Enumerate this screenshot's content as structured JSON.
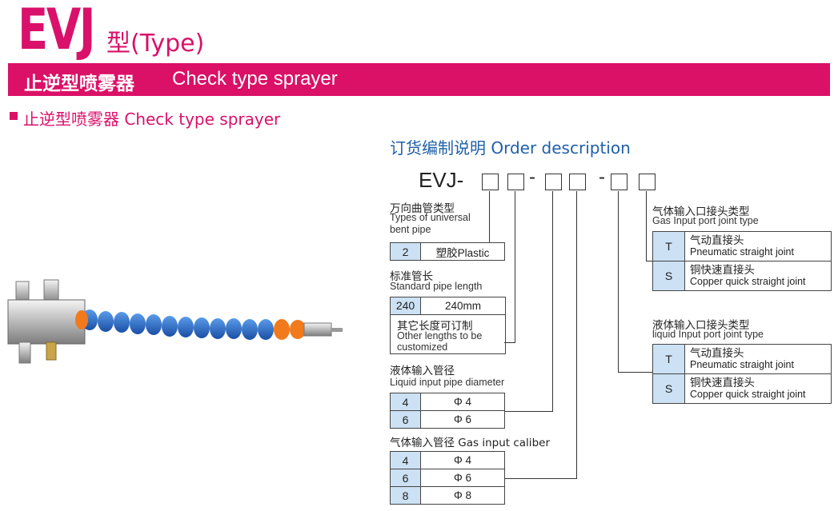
{
  "header": {
    "series": "EVJ",
    "type_label": "型(Type)"
  },
  "banner": {
    "cn": "止逆型喷雾器",
    "en": "Check type sprayer"
  },
  "section": {
    "title": "止逆型喷雾器 Check type sprayer"
  },
  "order": {
    "title": "订货编制说明 Order description",
    "code_prefix": "EVJ-",
    "dash": "-"
  },
  "pipe_type": {
    "title_cn": "万向曲管类型",
    "title_en_1": "Types of universal",
    "title_en_2": "bent pipe",
    "rows": [
      {
        "code": "2",
        "desc": "塑胶Plastic"
      }
    ]
  },
  "pipe_length": {
    "title_cn": "标准管长",
    "title_en": "Standard pipe length",
    "row_code": "240",
    "row_value": "240mm",
    "other_cn": "其它长度可订制",
    "other_en_1": "Other lengths to be",
    "other_en_2": "customized"
  },
  "liquid_diameter": {
    "title_cn": "液体输入管径",
    "title_en": "Liquid input pipe diameter",
    "rows": [
      {
        "code": "4",
        "value": "Φ 4"
      },
      {
        "code": "6",
        "value": "Φ 6"
      }
    ]
  },
  "gas_caliber": {
    "title": "气体输入管径 Gas input caliber",
    "rows": [
      {
        "code": "4",
        "value": "Φ 4"
      },
      {
        "code": "6",
        "value": "Φ 6"
      },
      {
        "code": "8",
        "value": "Φ 8"
      }
    ]
  },
  "gas_joint": {
    "title_cn": "气体输入口接头类型",
    "title_en": "Gas Input port joint type",
    "rows": [
      {
        "code": "T",
        "cn": "气动直接头",
        "en": "Pneumatic straight joint"
      },
      {
        "code": "S",
        "cn": "铜快速直接头",
        "en": "Copper quick straight joint"
      }
    ]
  },
  "liquid_joint": {
    "title_cn": "液体输入口接头类型",
    "title_en": "liquid Input port joint type",
    "rows": [
      {
        "code": "T",
        "cn": "气动直接头",
        "en": "Pneumatic straight joint"
      },
      {
        "code": "S",
        "cn": "铜快速直接头",
        "en": "Copper quick straight joint"
      }
    ]
  }
}
